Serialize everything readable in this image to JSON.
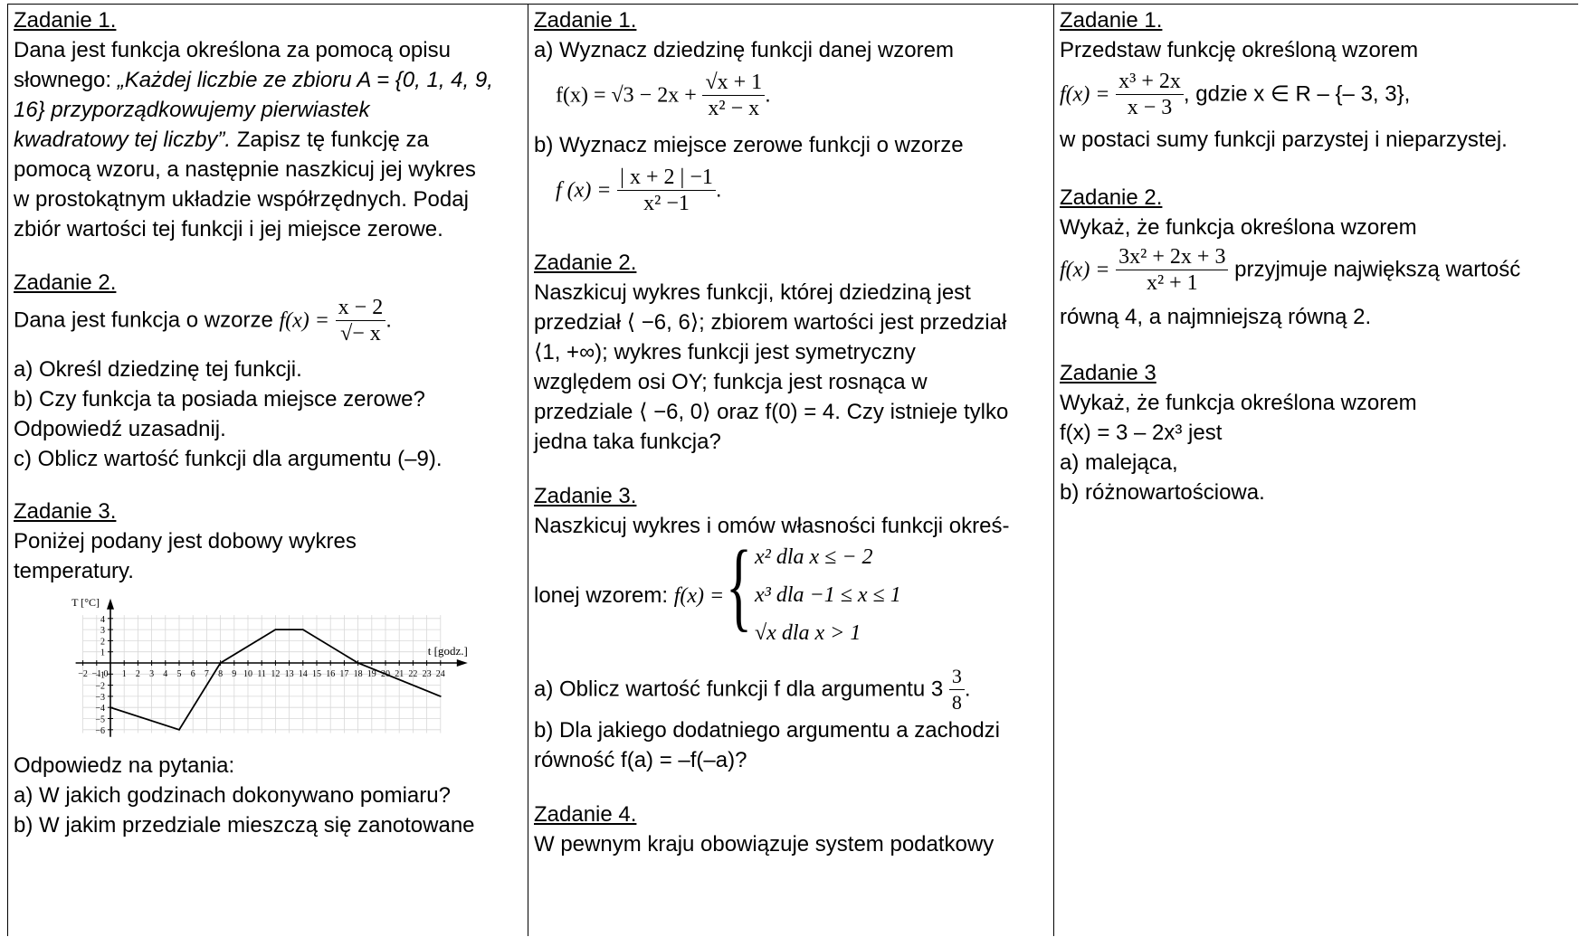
{
  "col1": {
    "z1_title": "Zadanie 1.",
    "z1_line1": "Dana jest funkcja określona za pomocą opisu",
    "z1_line2a": "słownego: ",
    "z1_line2b": "„Każdej liczbie ze zbioru",
    "z1_line2c": " A = {0, 1, 4, 9,",
    "z1_line3": "16} przyporządkowujemy pierwiastek",
    "z1_line4a": "kwadratowy tej liczby”.",
    "z1_line4b": " Zapisz tę funkcję za",
    "z1_line5": "pomocą wzoru, a następnie naszkicuj jej wykres",
    "z1_line6": "w prostokątnym układzie współrzędnych. Podaj",
    "z1_line7": "zbiór wartości tej funkcji i jej miejsce zerowe.",
    "z2_title": "Zadanie 2.",
    "z2_lead": "Dana jest funkcja o wzorze",
    "z2_fx": "f(x) =",
    "z2_num": "x − 2",
    "z2_den": "√− x",
    "z2_a": "a) Określ dziedzinę tej funkcji.",
    "z2_b": "b) Czy funkcja ta posiada miejsce zerowe?",
    "z2_b2": "Odpowiedź uzasadnij.",
    "z2_c": "c) Oblicz wartość funkcji dla argumentu (–9).",
    "z3_title": "Zadanie 3.",
    "z3_line1": "Poniżej podany jest dobowy wykres",
    "z3_line2": "temperatury.",
    "z3_q": "Odpowiedz na pytania:",
    "z3_a": "a) W jakich godzinach dokonywano pomiaru?",
    "z3_b": "b) W jakim przedziale mieszczą się zanotowane"
  },
  "col2": {
    "z1_title": "Zadanie 1.",
    "z1_a": "a) Wyznacz dziedzinę funkcji danej wzorem",
    "z1_a_fx": "f(x) = √3 − 2x +",
    "z1_a_num": "√x + 1",
    "z1_a_den": "x² − x",
    "z1_b": "b) Wyznacz miejsce zerowe funkcji o wzorze",
    "z1_b_fx": "f (x) =",
    "z1_b_num": "| x + 2 | −1",
    "z1_b_den": "x² −1",
    "z2_title": "Zadanie 2.",
    "z2_l1": "Naszkicuj wykres funkcji, której dziedziną jest",
    "z2_l2": "przedział ⟨ −6, 6⟩; zbiorem wartości jest przedział",
    "z2_l3": "⟨1, +∞); wykres funkcji jest symetryczny",
    "z2_l4": "względem osi OY; funkcja jest rosnąca w",
    "z2_l5": "przedziale ⟨ −6, 0⟩ oraz f(0) = 4. Czy istnieje tylko",
    "z2_l6": "jedna taka funkcja?",
    "z3_title": "Zadanie 3.",
    "z3_l1": "Naszkicuj wykres i omów własności funkcji okreś-",
    "z3_l2": "lonej wzorem:",
    "z3_fx": "f(x) =",
    "z3_case1": "x²  dla  x ≤ − 2",
    "z3_case2": "x³  dla  −1 ≤ x ≤ 1",
    "z3_case3": "√x  dla  x > 1",
    "z3_a": "a) Oblicz wartość funkcji f dla argumentu 3",
    "z3_a_num": "3",
    "z3_a_den": "8",
    "z3_b1": "b) Dla jakiego dodatniego argumentu a zachodzi",
    "z3_b2": "równość f(a) = –f(–a)?",
    "z4_title": "Zadanie 4.",
    "z4_l1": "W pewnym kraju obowiązuje system podatkowy"
  },
  "col3": {
    "z1_title": "Zadanie 1.",
    "z1_l1": "Przedstaw funkcję określoną wzorem",
    "z1_fx": "f(x) =",
    "z1_num": "x³ + 2x",
    "z1_den": "x − 3",
    "z1_tail": ", gdzie x ∈ R – {– 3, 3},",
    "z1_l3": "w postaci sumy funkcji parzystej i nieparzystej.",
    "z2_title": "Zadanie 2.",
    "z2_l1": "Wykaż, że funkcja określona wzorem",
    "z2_fx": "f(x) =",
    "z2_num": "3x² + 2x + 3",
    "z2_den": "x² + 1",
    "z2_tail": "przyjmuje największą wartość",
    "z2_l3": "równą 4, a najmniejszą równą 2.",
    "z3_title": "Zadanie 3",
    "z3_l1": "Wykaż, że funkcja określona wzorem",
    "z3_l2": "f(x) = 3 – 2x³ jest",
    "z3_a": "a) malejąca,",
    "z3_b": "b) różnowartościowa."
  },
  "chart_data": {
    "type": "line",
    "xlabel": "t [godz.]",
    "ylabel": "T [°C]",
    "xlim": [
      -2,
      24
    ],
    "ylim": [
      -6,
      4
    ],
    "x_ticks": [
      "−2",
      "−1",
      "0",
      "1",
      "2",
      "3",
      "4",
      "5",
      "6",
      "7",
      "8",
      "9",
      "10",
      "11",
      "12",
      "13",
      "14",
      "15",
      "16",
      "17",
      "18",
      "19",
      "20",
      "21",
      "22",
      "23",
      "24"
    ],
    "y_ticks": [
      "4",
      "3",
      "2",
      "1",
      "−1",
      "−2",
      "−3",
      "−4",
      "−5",
      "−6"
    ],
    "series": [
      {
        "x": [
          0,
          5,
          8,
          12,
          14,
          18,
          24
        ],
        "y": [
          -4,
          -6,
          0,
          3,
          3,
          0,
          -3
        ]
      }
    ]
  }
}
